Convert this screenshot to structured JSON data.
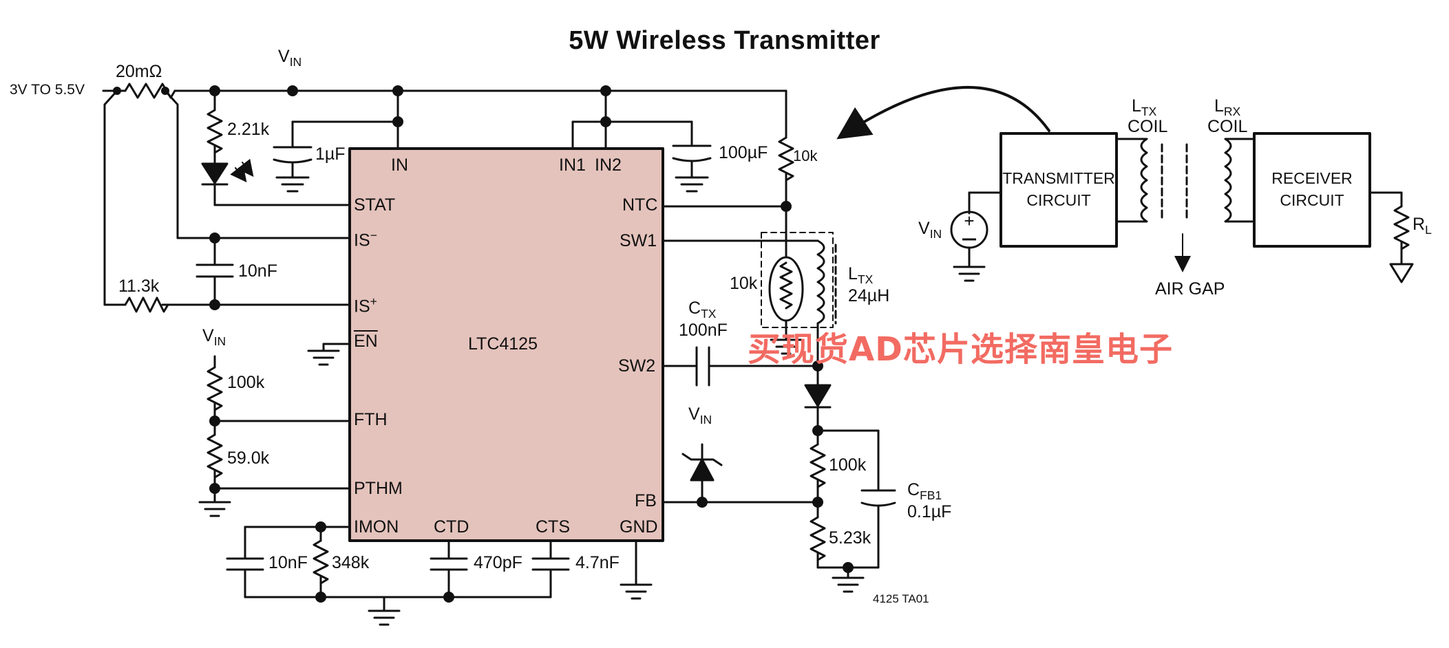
{
  "title": "5W Wireless Transmitter",
  "ic": {
    "name": "LTC4125",
    "pins": {
      "in": "IN",
      "in1": "IN1",
      "in2": "IN2",
      "stat": "STAT",
      "ntc": "NTC",
      "is_minus": "IS",
      "is_plus": "IS",
      "sw1": "SW1",
      "en": "EN",
      "sw2": "SW2",
      "fth": "FTH",
      "pthm": "PTHM",
      "fb": "FB",
      "imon": "IMON",
      "ctd": "CTD",
      "cts": "CTS",
      "gnd": "GND"
    }
  },
  "labels": {
    "input_range": "3V TO 5.5V",
    "rsense": "20mΩ",
    "vin": "V",
    "vin_sub": "IN",
    "r_2k21": "2.21k",
    "c_1u": "1µF",
    "c_100u": "100µF",
    "r_10k_top": "10k",
    "c_10n_is": "10nF",
    "r_11k3": "11.3k",
    "r_100k": "100k",
    "r_59k": "59.0k",
    "c_10n_imon": "10nF",
    "r_348k": "348k",
    "c_470p": "470pF",
    "c_4n7": "4.7nF",
    "r_10k_ntc": "10k",
    "ltx": "L",
    "ltx_sub": "TX",
    "ltx_val": "24µH",
    "ctx": "C",
    "ctx_sub": "TX",
    "ctx_val": "100nF",
    "r_100k_fb": "100k",
    "r_5k23": "5.23k",
    "cfb": "C",
    "cfb_sub": "FB1",
    "cfb_val": "0.1µF",
    "figure_id": "4125 TA01"
  },
  "block_diagram": {
    "transmitter": [
      "TRANSMITTER",
      "CIRCUIT"
    ],
    "receiver": [
      "RECEIVER",
      "CIRCUIT"
    ],
    "ltx_coil": "COIL",
    "lrx": "L",
    "lrx_sub": "RX",
    "lrx_coil": "COIL",
    "air_gap": "AIR GAP",
    "rl": "R",
    "rl_sub": "L",
    "vin": "V",
    "vin_sub": "IN"
  },
  "watermark": "买现货AD芯片选择南皇电子",
  "colors": {
    "ic_fill": "#e4c3bc",
    "wire": "#111111",
    "watermark": "#f26b62"
  }
}
